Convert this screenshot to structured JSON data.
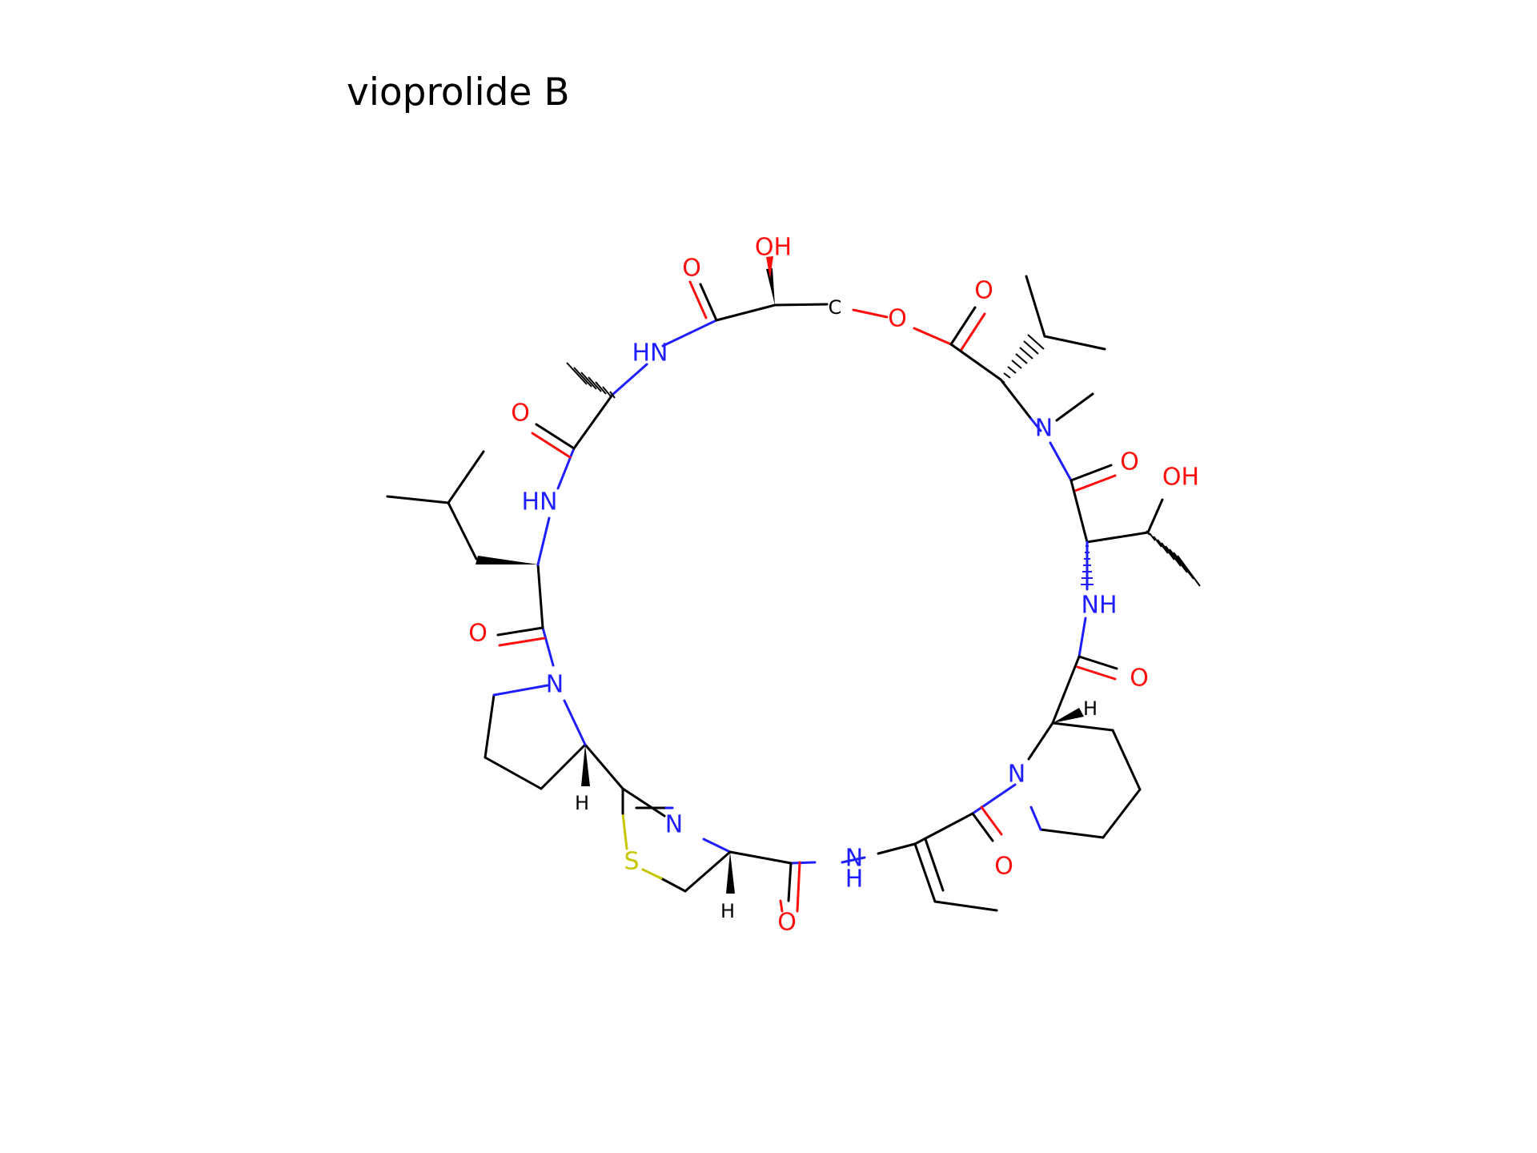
{
  "title": "vioprolide B",
  "colors": {
    "bond": "#000000",
    "oxygen": "#ff0d0d",
    "nitrogen": "#1e1eff",
    "sulfur": "#c6c600",
    "background": "#ffffff"
  },
  "atoms": {
    "oh_top": "OH",
    "o_amide_top": "O",
    "c_top": "C",
    "o_ester": "O",
    "o_ester_carbonyl": "O",
    "hn_top": "HN",
    "o_left_upper": "O",
    "n_methyl": "N",
    "o_right_upper": "O",
    "oh_right": "OH",
    "hn_left": "HN",
    "nh_right": "NH",
    "o_left_mid": "O",
    "o_right_mid": "O",
    "h_pip": "H",
    "n_pro": "N",
    "n_pip": "N",
    "h_pro": "H",
    "n_thiazoline": "N",
    "s_thiazoline": "S",
    "o_dhb": "O",
    "nh_bottom": "N",
    "h_nh_bottom": "H",
    "h_thz": "H",
    "o_bottom": "O"
  }
}
